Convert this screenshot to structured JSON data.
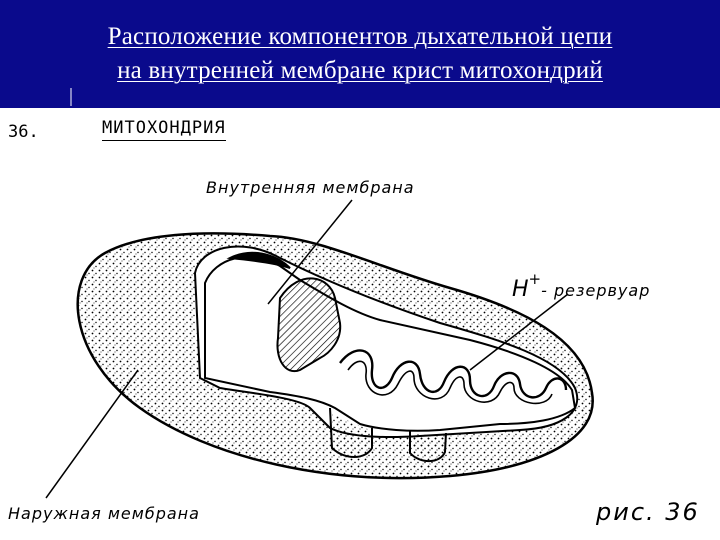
{
  "header": {
    "line1": "Расположение компонентов дыхательной цепи",
    "line2": "на внутренней мембране крист митохондрий"
  },
  "figure": {
    "number_label": "36.",
    "title": "МИТОХОНДРИЯ",
    "inner_membrane_label": "Внутренняя мембрана",
    "h_symbol": "H",
    "h_superscript": "+",
    "reservoir_label": "- резервуар",
    "outer_membrane_label": "Наружная мембрана",
    "caption": "рис. 36"
  },
  "colors": {
    "header_bg": "#0a0a8c",
    "header_text": "#ffffff",
    "ink": "#000000"
  }
}
